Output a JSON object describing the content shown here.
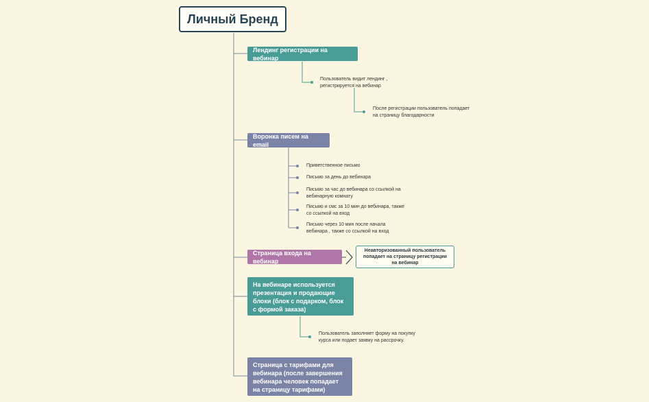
{
  "root": {
    "title": "Личный Бренд"
  },
  "colors": {
    "background": "#fbf6e1",
    "teal": "#4a9c96",
    "slate": "#7b84a6",
    "purple": "#b176a8",
    "root_border": "#2a4457",
    "line": "#7a8aa0"
  },
  "topics": [
    {
      "label": "Лендинг регистрации на вебинар",
      "color": "teal",
      "children": [
        {
          "text": "Пользователь видит лендинг ,\nрегистрируется на вебинар"
        },
        {
          "text": "После регистрации пользователь попадает\nна страницу благодарности"
        }
      ]
    },
    {
      "label": "Воронка писем на email",
      "color": "slate",
      "children": [
        {
          "text": "Приветственное письмо"
        },
        {
          "text": "Письмо за день до вебинара"
        },
        {
          "text": "Письмо за час до вебинара со ссылкой на\nвебинарную комнату"
        },
        {
          "text": "Письмо и смс за 10 мин до вебинара, также\nсо ссылкой на вход"
        },
        {
          "text": "Письмо через 10 мин после начала\nвебинара , также со ссылкой на вход"
        }
      ]
    },
    {
      "label": "Страница входа на вебинар",
      "color": "purple",
      "callout": "Неавторизованный пользователь попадает на страницу регистрации на вебинар"
    },
    {
      "label": "На вебинаре используется презентация и продающие блоки (блок с подарком, блок с формой заказа)",
      "color": "teal",
      "children": [
        {
          "text": "Пользователь заполняет форму на покупку\nкурса или подает заявку на рассрочку."
        }
      ]
    },
    {
      "label": "Страница с тарифами для вебинара (после завершения вебинара человек попадает на страницу  тарифами)",
      "color": "slate"
    }
  ]
}
